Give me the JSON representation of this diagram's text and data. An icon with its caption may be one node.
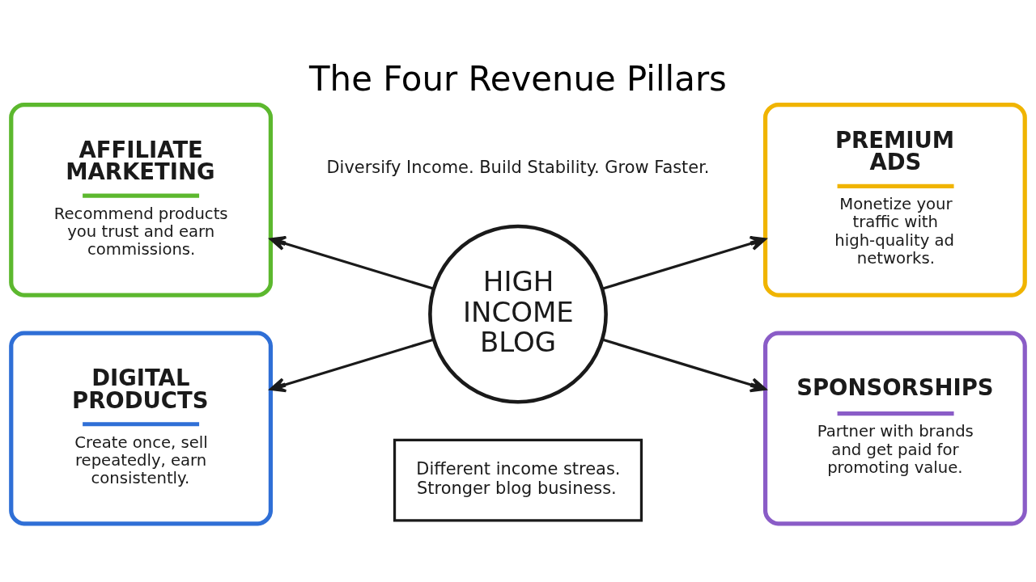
{
  "diagram": {
    "title": "The Four Revenue Pillars",
    "nodes": [
      {
        "text": [
          "HIGH INCOME BLOG"
        ]
      },
      {
        "text": [
          "AFFILIATE MARKETING",
          "Recommend products you trust and earn commissions."
        ]
      },
      {
        "text": [
          "PREMIUM ADS",
          "Monetize your traffic with high-quality ad networks."
        ]
      },
      {
        "text": [
          "DIGITAL PRODUCTS",
          "Create once, sell repeatedly, earn consistently."
        ]
      },
      {
        "text": [
          "SPONSORSHIPS",
          "Partner with brands and get paid for promoting value."
        ]
      },
      {
        "text": [
          "Different income streas. Stronger blog business."
        ]
      }
    ],
    "edges": [
      {
        "from": 0,
        "to": 1,
        "arrow": "to"
      },
      {
        "from": 0,
        "to": 2,
        "arrow": "to"
      },
      {
        "from": 0,
        "to": 3,
        "arrow": "to"
      },
      {
        "from": 0,
        "to": 4,
        "arrow": "to"
      }
    ],
    "labels": [
      "Diversify Income. Build Stability. Grow Faster."
    ]
  }
}
